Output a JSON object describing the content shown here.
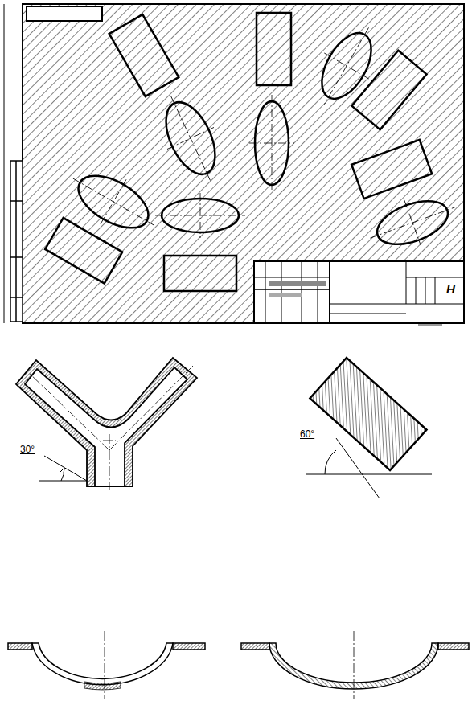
{
  "diagram": {
    "labels": [
      "30°",
      "60°",
      "Н"
    ]
  }
}
